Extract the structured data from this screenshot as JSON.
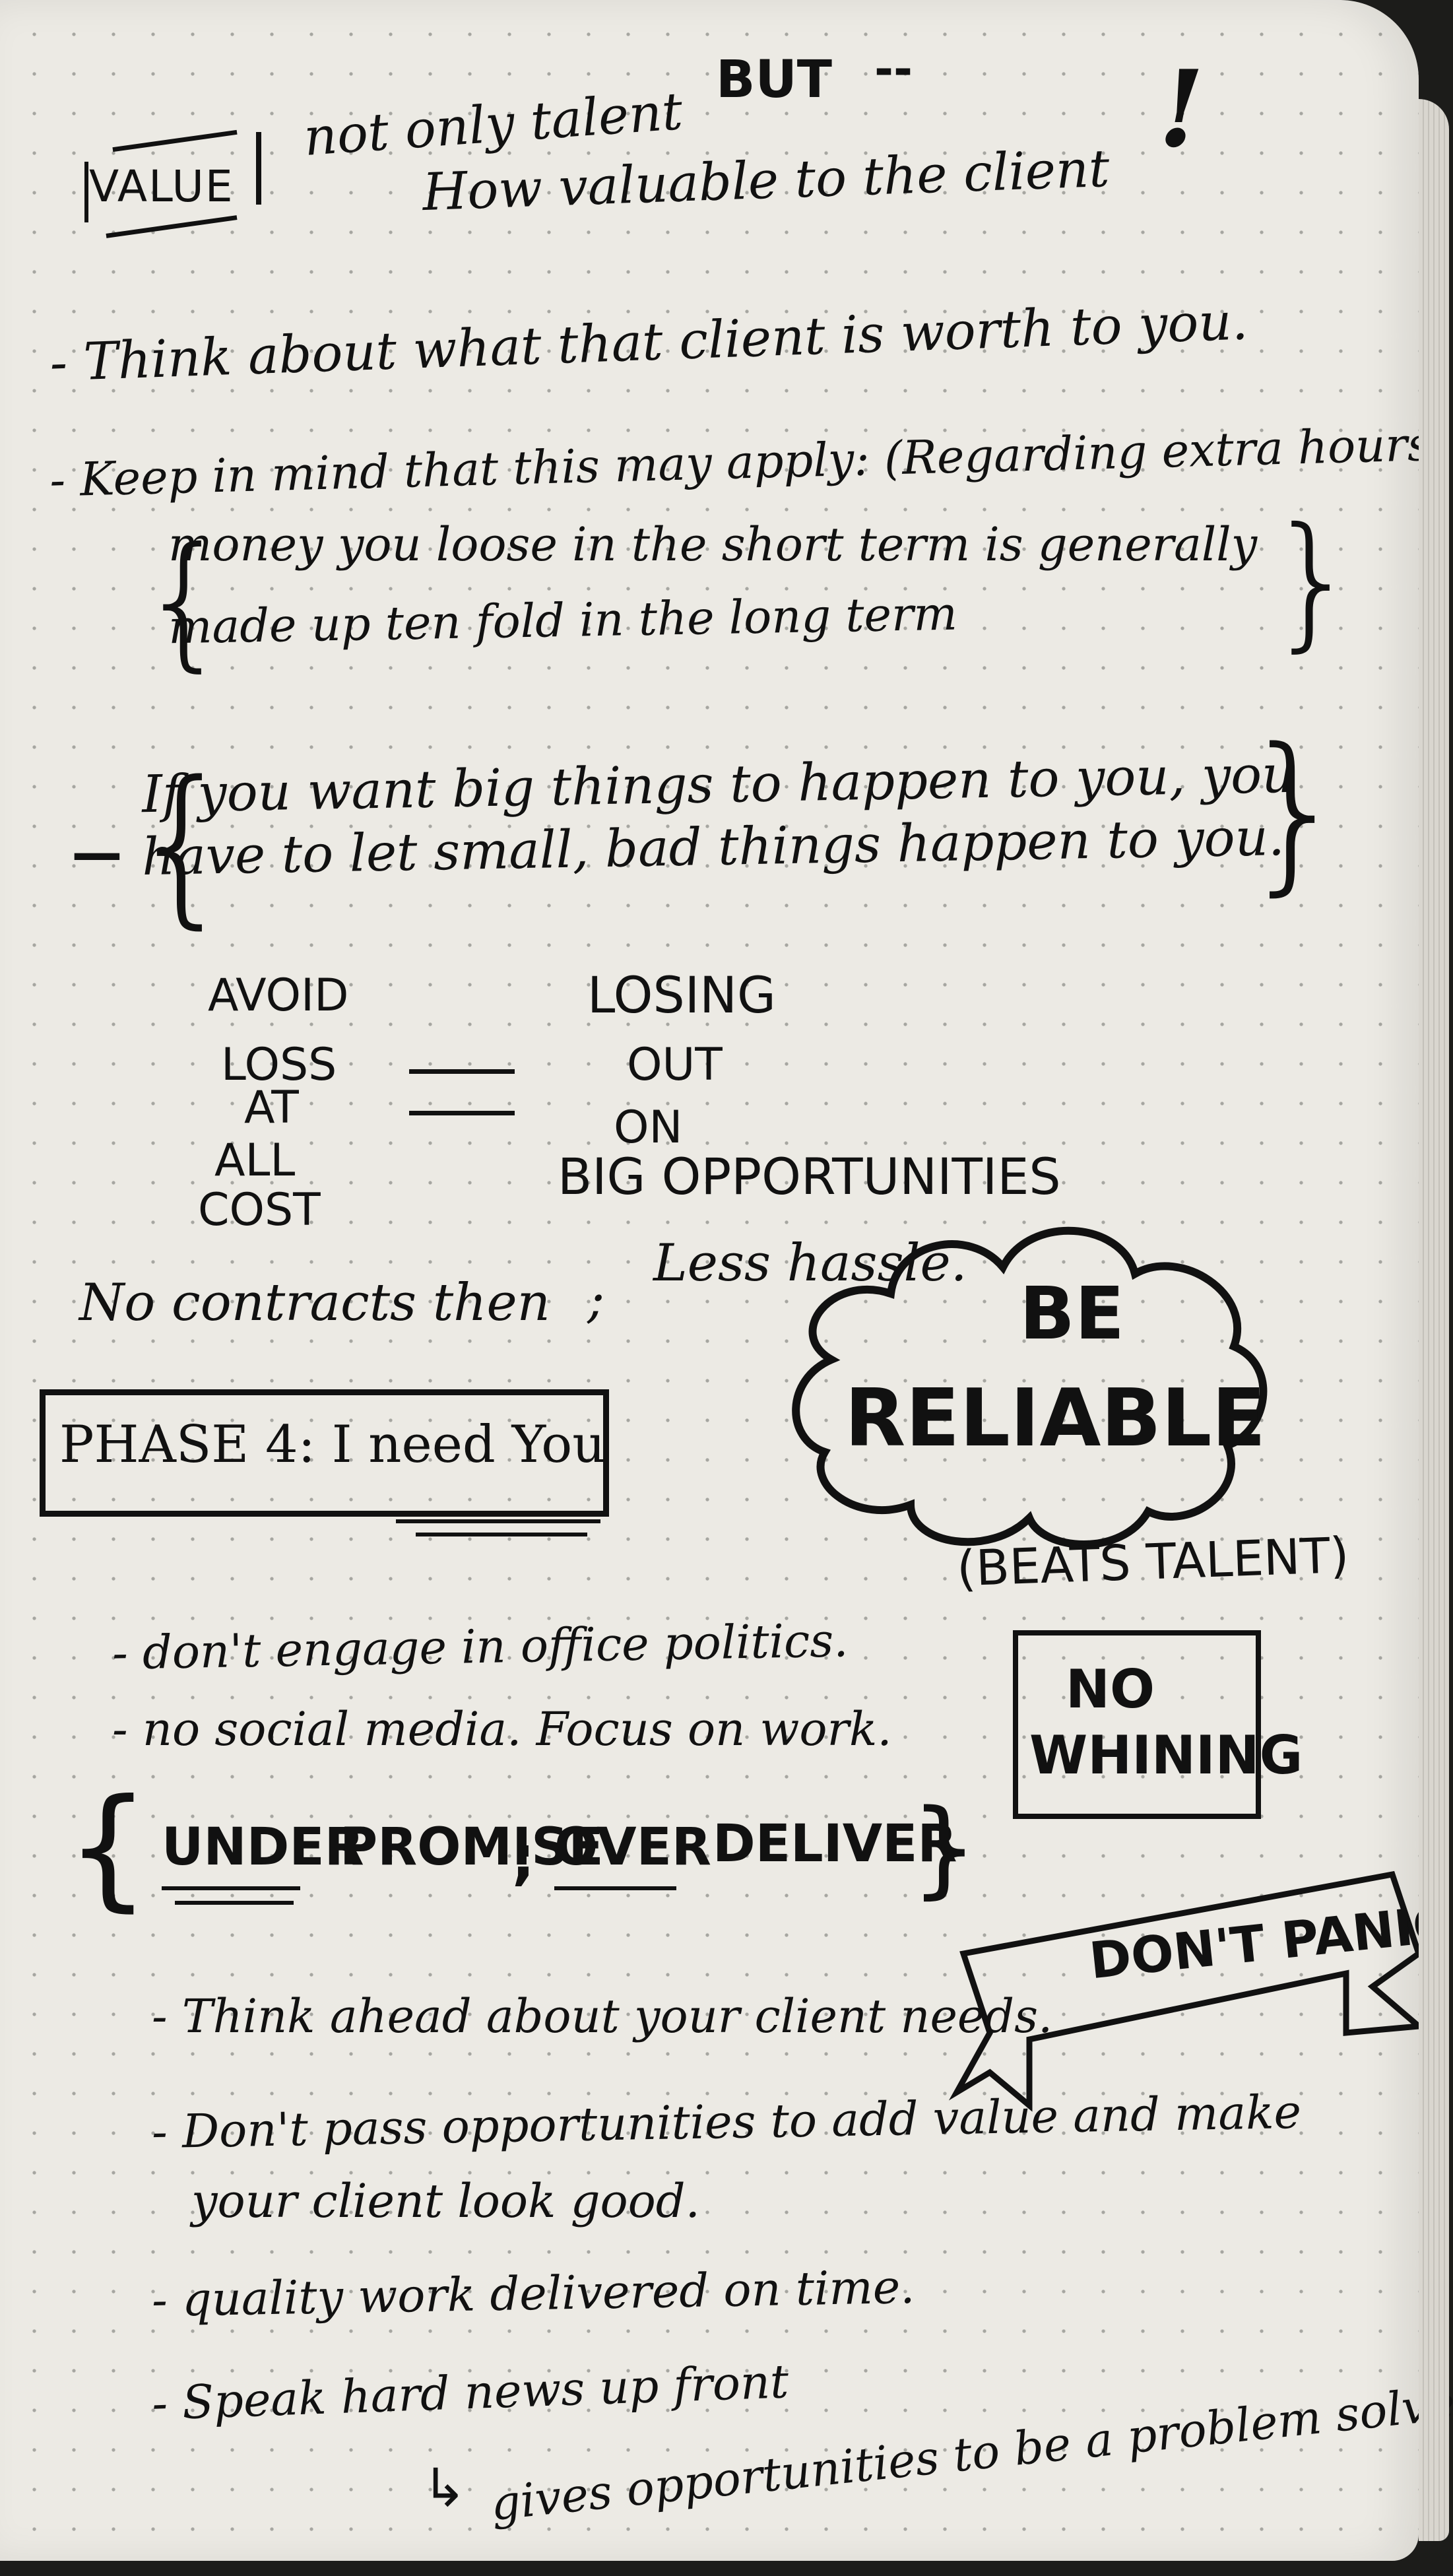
{
  "header": {
    "value_label": "VALUE",
    "line1": "not only talent",
    "but": "BUT",
    "but_dashes": "--",
    "line2": "How valuable to the client",
    "exclaim": "!"
  },
  "notes": [
    "- Think about what that client is worth to you.",
    "- Keep in mind that this may apply: (Regarding extra hours)",
    "money you loose in the short term is generally",
    "made up ten fold in the long term",
    "If you want big things to happen to you, you",
    "have to let small, bad things happen to you."
  ],
  "equation": {
    "left": [
      "AVOID",
      "LOSS",
      "AT",
      "ALL",
      "COST"
    ],
    "equals": "=",
    "right": [
      "LOSING",
      "OUT",
      "ON",
      "BIG OPPORTUNITIES"
    ]
  },
  "contracts_line": {
    "left": "No contracts then",
    "middle": ";",
    "right": "Less hassle."
  },
  "phase": {
    "label": "PHASE 4: I need You"
  },
  "cloud": {
    "line1": "BE",
    "line2": "RELIABLE",
    "sub": "(BEATS TALENT)"
  },
  "no_whining": [
    "NO",
    "WHINING"
  ],
  "dont_panic": "DON'T PANIC",
  "bullets": [
    "- don't engage in office politics.",
    "- no social media. Focus on work.",
    "- Think ahead about your client needs.",
    "- Don't pass opportunities to add value and make",
    "your client look good.",
    "- quality work delivered on time.",
    "- Speak hard news up front",
    "gives opportunities to be a problem solver."
  ],
  "promise": {
    "under": "UNDER",
    "promise": "PROMISE",
    "semi": ";",
    "over": "OVER",
    "deliver": "DELIVER"
  },
  "colors": {
    "ink": "#111111",
    "paper": "#eceae4",
    "background": "#1c1c1a"
  }
}
